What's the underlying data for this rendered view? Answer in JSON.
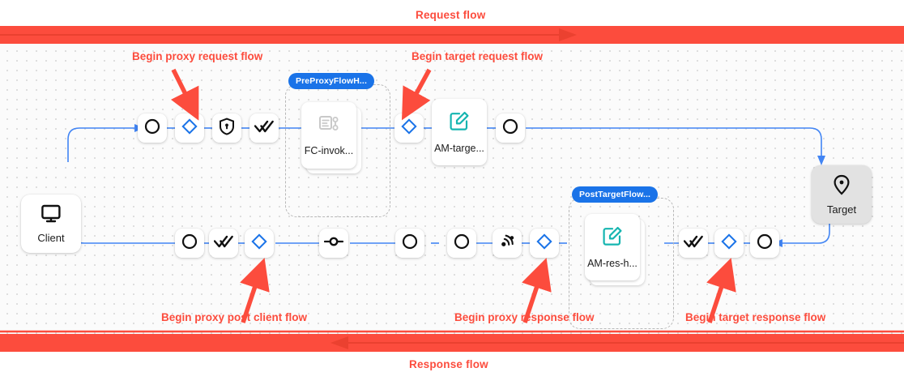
{
  "flow_banners": {
    "request": {
      "label": "Request flow",
      "color": "#fc4c3d",
      "direction": "right"
    },
    "response": {
      "label": "Response flow",
      "color": "#fc4c3d",
      "direction": "left"
    }
  },
  "endpoints": {
    "client": {
      "label": "Client",
      "icon": "monitor-icon"
    },
    "target": {
      "label": "Target",
      "icon": "location-pin-icon"
    }
  },
  "flow_groups": [
    {
      "tag": "PreProxyFlowH...",
      "policy": {
        "label": "FC-invok...",
        "icon": "flow-callout-icon"
      }
    },
    {
      "tag": "PostTargetFlow...",
      "policy": {
        "label": "AM-res-h...",
        "icon": "edit-square-icon"
      }
    }
  ],
  "standalone_policies": [
    {
      "label": "AM-targe...",
      "icon": "edit-square-icon"
    }
  ],
  "request_row_steps": [
    {
      "icon": "circle-icon"
    },
    {
      "icon": "diamond-icon"
    },
    {
      "icon": "shield-lock-icon"
    },
    {
      "icon": "double-check-icon"
    },
    {
      "icon": "diamond-icon"
    },
    {
      "icon": "circle-icon"
    }
  ],
  "response_row_steps": [
    {
      "icon": "circle-icon"
    },
    {
      "icon": "double-check-icon"
    },
    {
      "icon": "diamond-icon"
    },
    {
      "icon": "endpoint-node-icon"
    },
    {
      "icon": "circle-icon"
    },
    {
      "icon": "circle-icon"
    },
    {
      "icon": "broadcast-icon"
    },
    {
      "icon": "diamond-icon"
    },
    {
      "icon": "double-check-icon"
    },
    {
      "icon": "diamond-icon"
    },
    {
      "icon": "circle-icon"
    }
  ],
  "annotations": [
    {
      "text": "Begin proxy request flow"
    },
    {
      "text": "Begin target request flow"
    },
    {
      "text": "Begin proxy post client flow"
    },
    {
      "text": "Begin proxy response flow"
    },
    {
      "text": "Begin target response flow"
    }
  ],
  "colors": {
    "accent_red": "#fc4c3d",
    "edge_blue": "#4285f4",
    "tag_blue": "#1a73e8",
    "teal": "#15b5b0",
    "diamond_blue": "#1a73e8"
  }
}
